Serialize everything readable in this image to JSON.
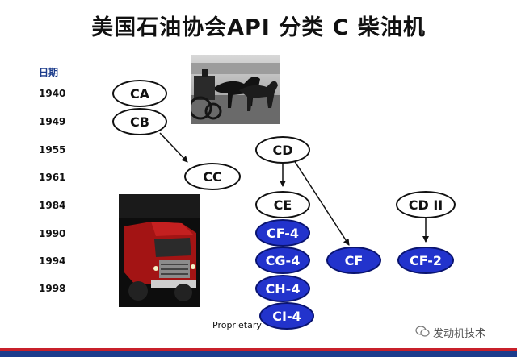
{
  "title": "美国石油协会API 分类 C 柴油机",
  "date_header": "日期",
  "years": [
    "1940",
    "1949",
    "1955",
    "1961",
    "1984",
    "1990",
    "1994",
    "1998"
  ],
  "nodes": {
    "ca": "CA",
    "cb": "CB",
    "cc": "CC",
    "cd": "CD",
    "ce": "CE",
    "cd2": "CD II",
    "cf4": "CF-4",
    "cg4": "CG-4",
    "cf": "CF",
    "cf2": "CF-2",
    "ch4": "CH-4",
    "ci4": "CI-4"
  },
  "footer": "Proprietary",
  "watermark": "发动机技术",
  "colors": {
    "blue_node": "#2233cc",
    "stripe_blue": "#1c3c8c",
    "stripe_red": "#c8202a"
  }
}
